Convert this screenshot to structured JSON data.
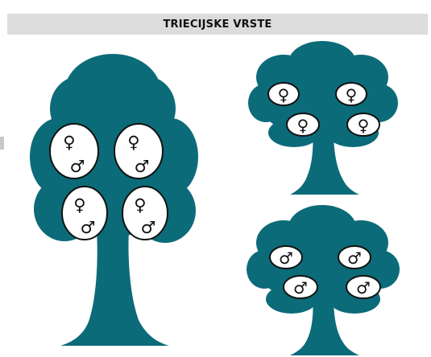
{
  "title": "TRIECIJSKE VRSTE",
  "colors": {
    "tree": "#0c6b78",
    "flower_fill": "#ffffff",
    "flower_outline": "#111111",
    "title_bar": "#dcdcdc"
  },
  "symbols": {
    "female": "♀",
    "male": "♂"
  },
  "trees": [
    {
      "name": "hermaphrodite-tree",
      "flowers": [
        [
          "female",
          "male"
        ],
        [
          "female",
          "male"
        ],
        [
          "female",
          "male"
        ],
        [
          "female",
          "male"
        ]
      ]
    },
    {
      "name": "female-tree",
      "flowers": [
        [
          "female"
        ],
        [
          "female"
        ],
        [
          "female"
        ],
        [
          "female"
        ]
      ]
    },
    {
      "name": "male-tree",
      "flowers": [
        [
          "male"
        ],
        [
          "male"
        ],
        [
          "male"
        ],
        [
          "male"
        ]
      ]
    }
  ]
}
